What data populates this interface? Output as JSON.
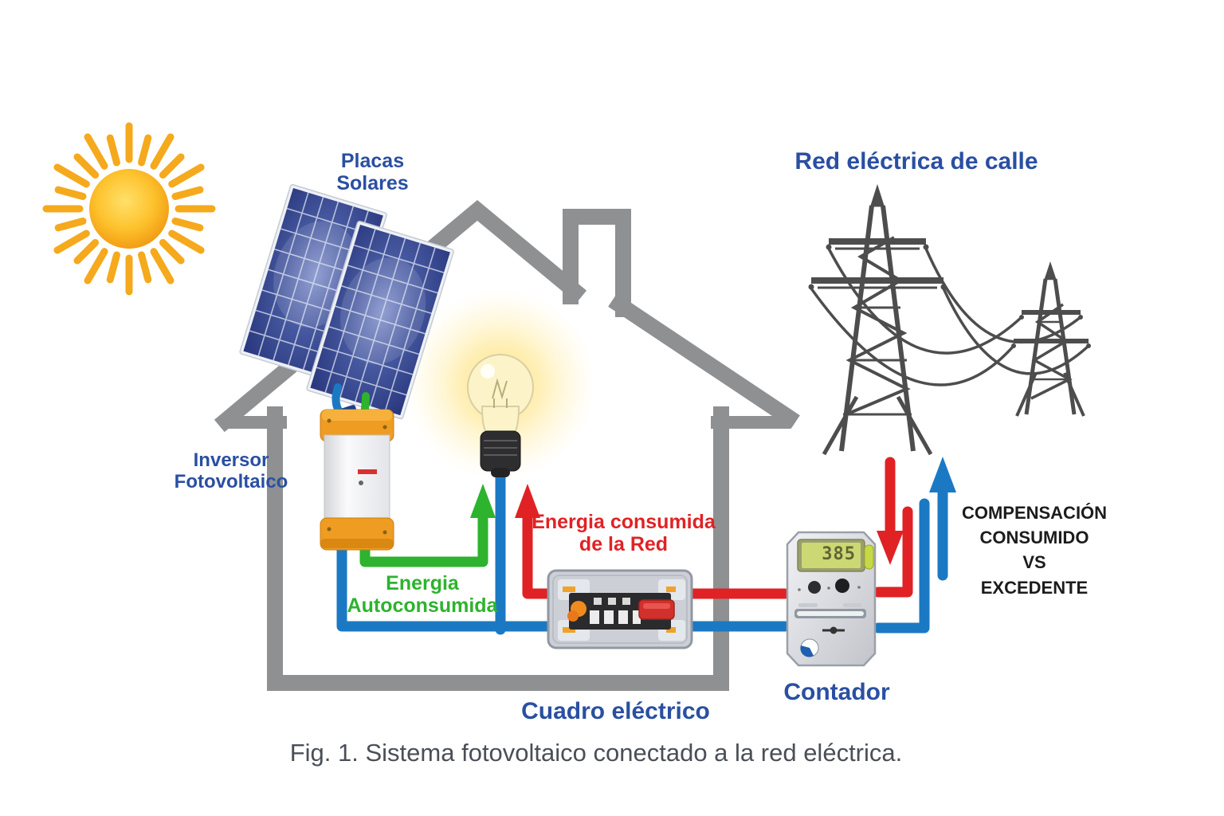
{
  "figure_caption": "Fig. 1. Sistema fotovoltaico conectado a la red eléctrica.",
  "labels": {
    "solar_panels": "Placas\nSolares",
    "street_grid": "Red eléctrica de calle",
    "inverter": "Inversor\nFotovoltaico",
    "self_consumed_energy": "Energia\nAutoconsumida",
    "grid_consumed_energy": "Energia consumida\nde la Red",
    "compensation": "COMPENSACIÓN\nCONSUMIDO\nVS\nEXCEDENTE",
    "breaker_panel": "Cuadro eléctrico",
    "meter": "Contador"
  },
  "meter": {
    "display_value": "385"
  },
  "colors": {
    "label_blue": "#2a4fa2",
    "energy_green": "#2db32d",
    "energy_red": "#e02225",
    "wire_blue": "#1b79c4",
    "house_gray": "#8f9092",
    "tower_gray": "#4d4d4d",
    "sun_orange": "#f5a91c",
    "caption_gray": "#4a4f57",
    "lcd_green": "#ccd873"
  },
  "icons": [
    "sun-icon",
    "solar-panel-icon",
    "house-outline-icon",
    "light-bulb-icon",
    "inverter-icon",
    "breaker-panel-icon",
    "energy-meter-icon",
    "power-tower-icon",
    "up-arrow-icon",
    "down-arrow-icon"
  ]
}
